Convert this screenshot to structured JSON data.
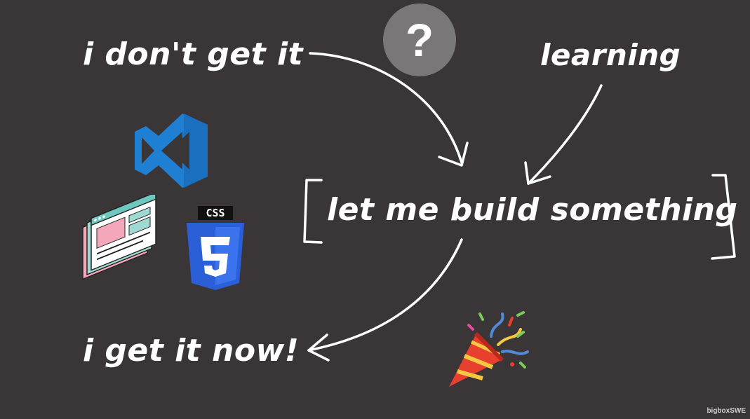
{
  "labels": {
    "dont_get_it": "i don't get it",
    "learning": "learning",
    "build": "let me build something",
    "get_it_now": "i get it now!"
  },
  "question_mark": "?",
  "icons": {
    "editor": "vscode-icon",
    "webpage": "webpage-wireframe-icon",
    "css_badge": "css3-icon",
    "party": "party-popper-icon"
  },
  "css_badge_text": "CSS",
  "watermark": "bigboxSWE",
  "colors": {
    "background": "#3a3637",
    "text": "#ffffff",
    "vscode_blue": "#1f7fd3",
    "css_blue": "#2a5fd8",
    "question_circle": "#7a7778"
  }
}
